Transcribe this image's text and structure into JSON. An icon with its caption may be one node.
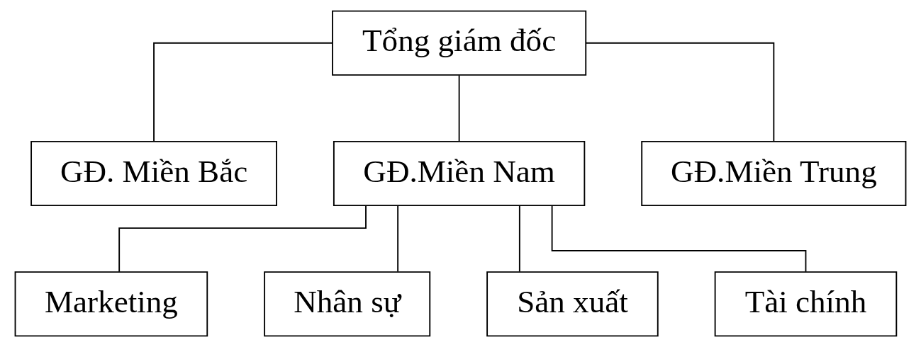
{
  "diagram": {
    "nodes": [
      {
        "text": [
          "Tổng giám đốc"
        ]
      },
      {
        "text": [
          "GĐ. Miền Bắc"
        ]
      },
      {
        "text": [
          "GĐ.Miền Nam"
        ]
      },
      {
        "text": [
          "GĐ.Miền Trung"
        ]
      },
      {
        "text": [
          "Marketing"
        ]
      },
      {
        "text": [
          "Nhân sự"
        ]
      },
      {
        "text": [
          "Sản xuất"
        ]
      },
      {
        "text": [
          "Tài chính"
        ]
      }
    ],
    "edges": [
      {
        "from": 0,
        "to": 1,
        "arrow": "none"
      },
      {
        "from": 0,
        "to": 2,
        "arrow": "none"
      },
      {
        "from": 0,
        "to": 3,
        "arrow": "none"
      },
      {
        "from": 2,
        "to": 4,
        "arrow": "none"
      },
      {
        "from": 2,
        "to": 5,
        "arrow": "none"
      },
      {
        "from": 2,
        "to": 6,
        "arrow": "none"
      },
      {
        "from": 2,
        "to": 7,
        "arrow": "none"
      }
    ]
  }
}
